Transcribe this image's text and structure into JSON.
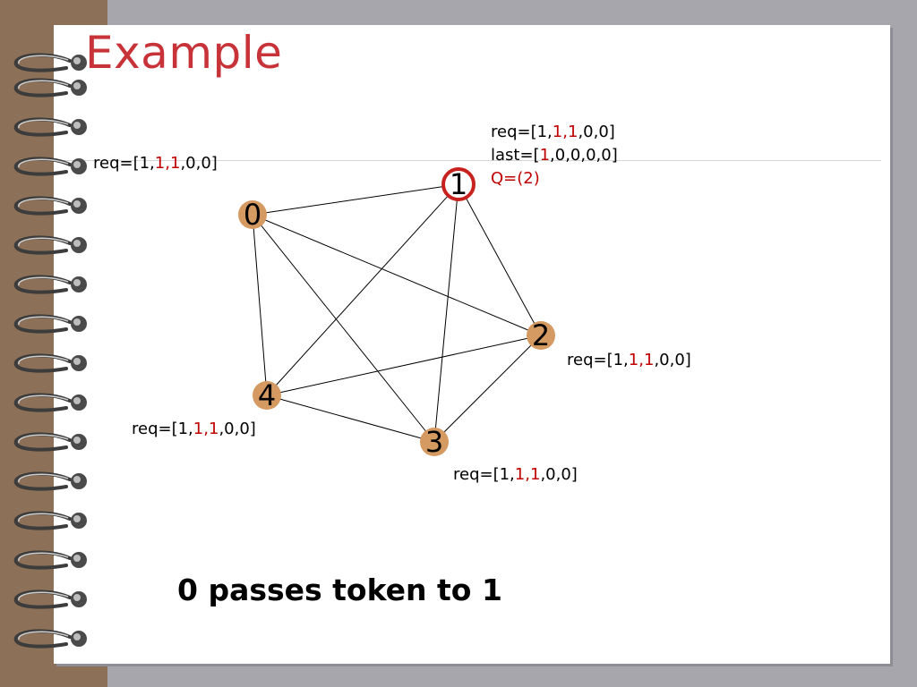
{
  "slide": {
    "title": "Example",
    "caption": "0 passes token to 1"
  },
  "colors": {
    "background": "#a7a6ad",
    "title": "#c8333a",
    "node_fill": "#d49a62",
    "highlight_text": "#c00000",
    "token_ring": "#c8221e"
  },
  "graph": {
    "nodes": [
      {
        "label": "0"
      },
      {
        "label": "1",
        "has_token": true
      },
      {
        "label": "2"
      },
      {
        "label": "3"
      },
      {
        "label": "4"
      }
    ],
    "edges": [
      [
        0,
        1
      ],
      [
        0,
        2
      ],
      [
        0,
        3
      ],
      [
        0,
        4
      ],
      [
        1,
        2
      ],
      [
        1,
        3
      ],
      [
        1,
        4
      ],
      [
        2,
        3
      ],
      [
        2,
        4
      ],
      [
        3,
        4
      ]
    ]
  },
  "annotations": {
    "node0": {
      "req_prefix": "req=[1,",
      "req_highlight": "1,1",
      "req_suffix": ",0,0]"
    },
    "node1": {
      "req_prefix": "req=[1,",
      "req_highlight": "1,1",
      "req_suffix": ",0,0]",
      "last_prefix": "last=[",
      "last_highlight": "1",
      "last_suffix": ",0,0,0,0]",
      "queue": "Q=(2)"
    },
    "node2": {
      "req_prefix": "req=[1,",
      "req_highlight": "1,1",
      "req_suffix": ",0,0]"
    },
    "node3": {
      "req_prefix": "req=[1,",
      "req_highlight": "1,1",
      "req_suffix": ",0,0]"
    },
    "node4": {
      "req_prefix": "req=[1,",
      "req_highlight": "1,1",
      "req_suffix": ",0,0]"
    }
  }
}
